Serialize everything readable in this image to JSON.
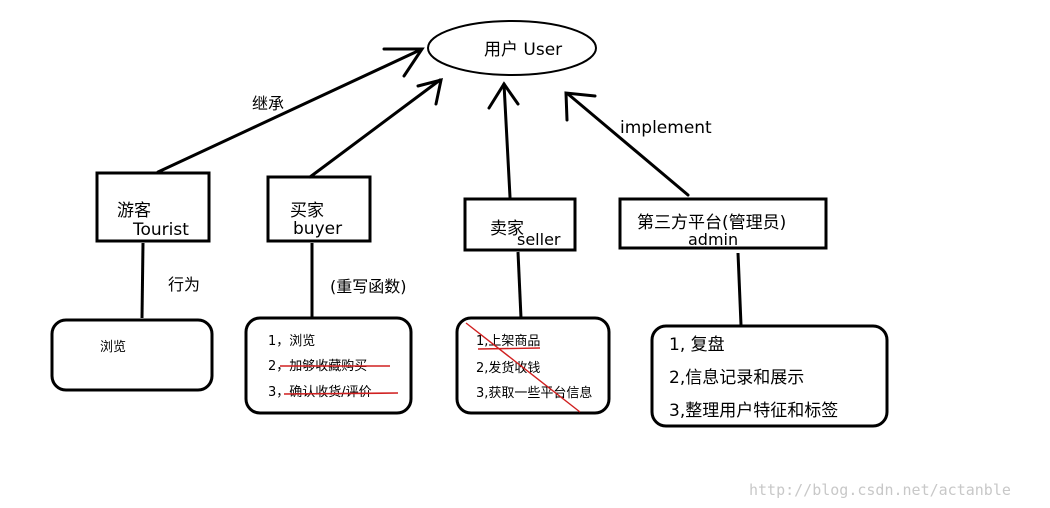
{
  "user_node": {
    "label": "用户 User"
  },
  "edge_labels": {
    "inherit": "继承",
    "implement": "implement",
    "behavior": "行为",
    "override": "(重写函数)"
  },
  "classes": {
    "tourist": {
      "cn": "游客",
      "en": "Tourist"
    },
    "buyer": {
      "cn": "买家",
      "en": "buyer"
    },
    "seller": {
      "cn": "卖家",
      "en": "seller"
    },
    "admin": {
      "cn": "第三方平台(管理员)",
      "en": "admin"
    }
  },
  "behaviors": {
    "tourist": [
      "浏览"
    ],
    "buyer": [
      "1，浏览",
      "2，加够收藏购买",
      "3，确认收货/评价"
    ],
    "seller": [
      "1,上架商品",
      "2,发货收钱",
      "3,获取一些平台信息"
    ],
    "admin": [
      "1, 复盘",
      "2,信息记录和展示",
      "3,整理用户特征和标签"
    ]
  },
  "watermark": "http://blog.csdn.net/actanble",
  "colors": {
    "strike": "#d02020",
    "line": "#000000",
    "watermark": "#c8c8c8"
  }
}
